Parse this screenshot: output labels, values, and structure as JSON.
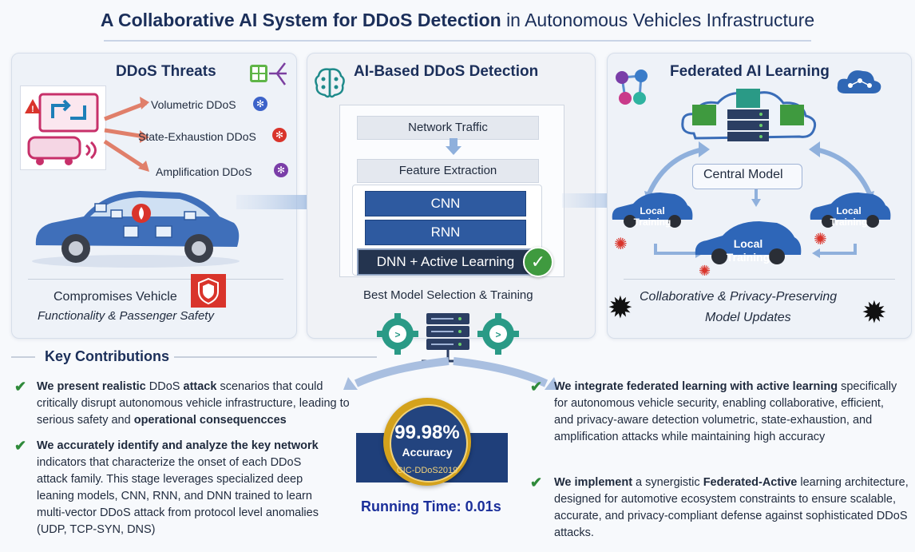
{
  "title": {
    "bold_part": "A Collaborative AI System for DDoS Detection",
    "light_part": "in Autonomous Vehicles Infrastructure"
  },
  "panel_threats": {
    "title": "DDoS Threats",
    "threats": [
      "Volumetric DDoS",
      "State-Exhaustion DDoS",
      "Amplification DDoS"
    ],
    "footer_line1": "Compromises Vehicle",
    "footer_line2": "Functionality & Passenger Safety"
  },
  "panel_detection": {
    "title": "AI-Based DDoS Detection",
    "network_traffic": "Network Traffic",
    "feature_extraction": "Feature Extraction",
    "models": [
      "CNN",
      "RNN",
      "DNN + Active Learning"
    ],
    "footer": "Best Model Selection & Training"
  },
  "panel_federated": {
    "title": "Federated AI Learning",
    "central_model": "Central Model",
    "local_training_left": "Local\nTraining",
    "local_training_center": "Local\nTraining",
    "local_training_right": "Local\nTraining",
    "footer_line1": "Collaborative & Privacy-Preserving",
    "footer_line2": "Model Updates"
  },
  "key_contributions": {
    "heading": "Key Contributions",
    "left": [
      {
        "bold_1": "We present realistic",
        "text_1": " DDoS ",
        "bold_2": "attack",
        "text_2": " scenarios that could critically disrupt autonomous vehicle infrastructure, leading to serious safety and ",
        "bold_3": "operational consequencces"
      },
      {
        "bold_1": "We accurately identify and analyze the key network",
        "text_1": " indicators that characterize the onset of each DDoS attack family. This stage leverages specialized deep leaning models, CNN, RNN, and DNN trained to learn multi-vector DDoS attack from protocol level anomalies (UDP, TCP-SYN, DNS)"
      }
    ],
    "right": [
      {
        "bold_1": "We integrate federated learning with active learning",
        "text_1": " specifically for autonomous vehicle security, enabling collaborative, efficient, and privacy-aware detection volumetric, state-exhaustion, and amplification attacks while maintaining high accuracy"
      },
      {
        "bold_1": "We implement",
        "text_1": " a synergistic ",
        "bold_2": "Federated-Active",
        "text_2": " learning architecture, designed for automotive ecosystem constraints to ensure scalable, accurate, and privacy-compliant defense against sophisticated DDoS attacks."
      }
    ]
  },
  "results": {
    "accuracy_value": "99.98%",
    "accuracy_label": "Accuracy",
    "dataset": "CIC-DDoS2019",
    "running_time": "Running Time: 0.01s"
  },
  "colors": {
    "brand_blue": "#2e5aa0",
    "title_navy": "#1b2f5a",
    "check_green": "#2f8a3a",
    "alert_red": "#d9342b",
    "gold": "#d4a21c"
  }
}
